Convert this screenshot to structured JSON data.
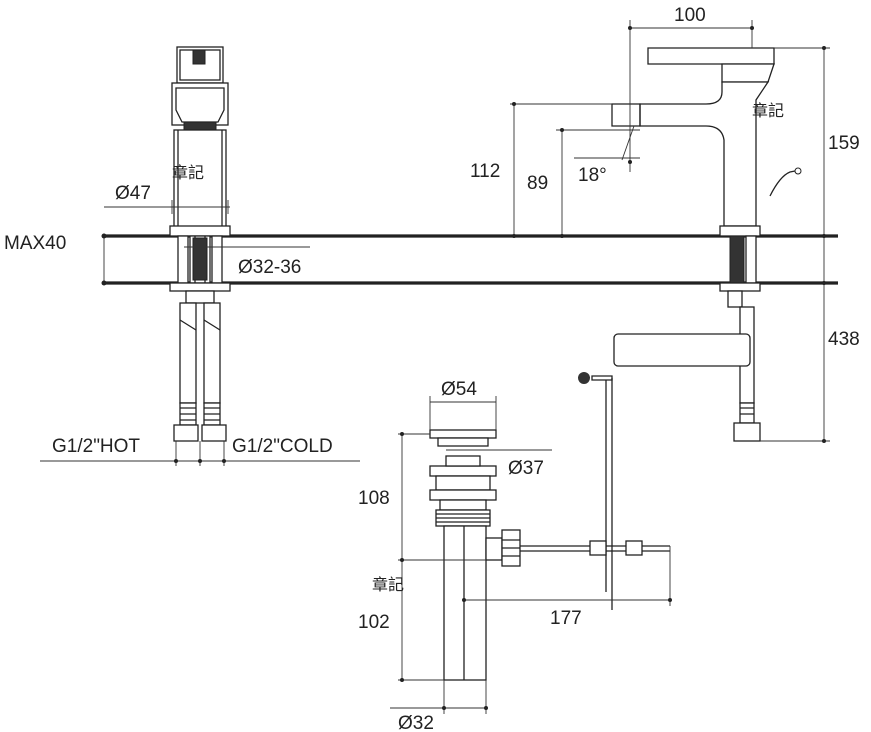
{
  "labels": {
    "max_thickness": "MAX40",
    "spout_reach": "100",
    "overall_height": "159",
    "spout_height": "112",
    "outlet_height": "89",
    "spout_angle": "18°",
    "body_diameter": "Ø47",
    "hole_diameter": "Ø32-36",
    "hose_length": "438",
    "hot_inlet": "G1/2\"HOT",
    "cold_inlet": "G1/2\"COLD",
    "waste_top_diameter": "Ø54",
    "waste_thread_diameter": "Ø37",
    "waste_upper_height": "108",
    "waste_lower_height": "102",
    "waste_reach": "177",
    "waste_tube_diameter": "Ø32",
    "stamp_front": "章記",
    "stamp_side": "章記",
    "stamp_waste": "章記"
  },
  "colors": {
    "line": "#222222",
    "background": "#ffffff"
  }
}
